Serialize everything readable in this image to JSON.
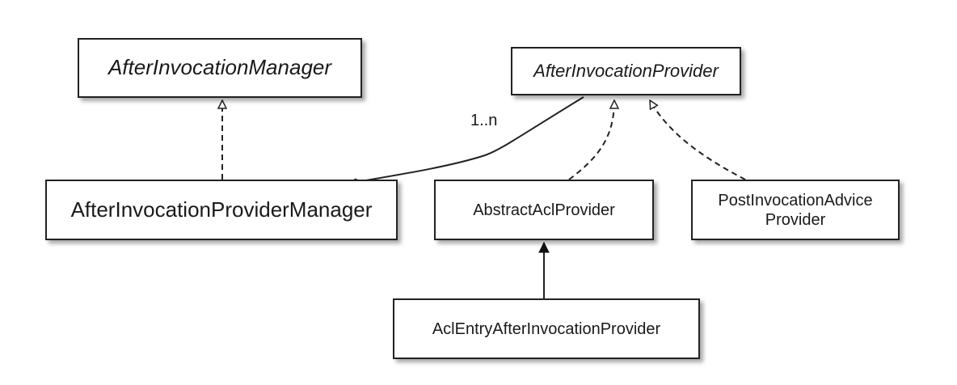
{
  "classes": {
    "after_invocation_manager": "AfterInvocationManager",
    "after_invocation_provider": "AfterInvocationProvider",
    "after_invocation_provider_manager": "AfterInvocationProviderManager",
    "abstract_acl_provider": "AbstractAclProvider",
    "post_invocation_advice_provider_line1": "PostInvocationAdvice",
    "post_invocation_advice_provider_line2": "Provider",
    "acl_entry_after_invocation_provider": "AclEntryAfterInvocationProvider"
  },
  "multiplicity": "1..n",
  "colors": {
    "line": "#222222",
    "box_border": "#222222",
    "background": "#ffffff"
  }
}
